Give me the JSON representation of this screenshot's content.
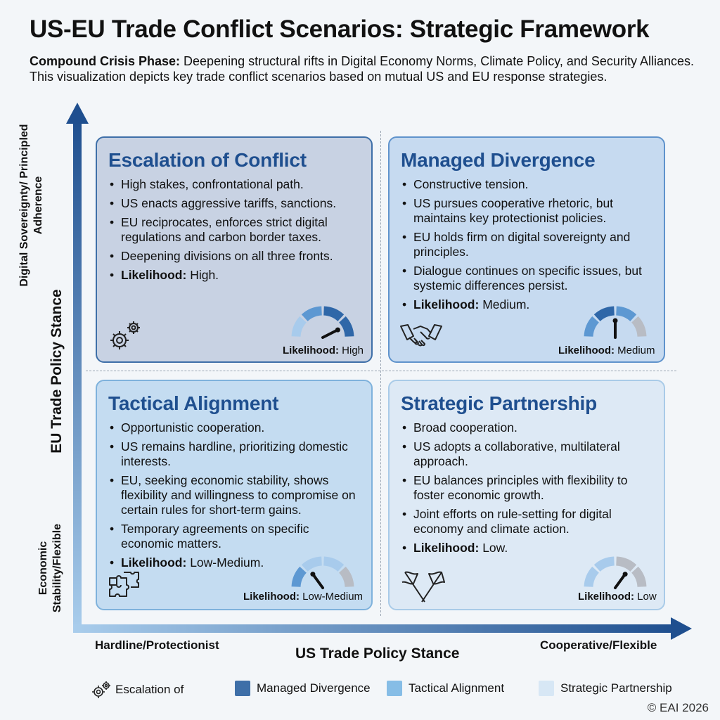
{
  "header": {
    "title": "US-EU Trade Conflict Scenarios: Strategic Framework",
    "subtitle_lead": "Compound Crisis Phase:",
    "subtitle_text": " Deepening structural rifts in Digital Economy Norms, Climate Policy, and Security Alliances. This visualization depicts key trade conflict scenarios based on mutual US and EU response strategies."
  },
  "axes": {
    "y_top": "Digital Sovereignty/ Principled Adherence",
    "y_mid": "EU Trade Policy Stance",
    "y_bottom": "Economic Stability/Flexible",
    "x_left": "Hardline/Protectionist",
    "x_mid": "US Trade Policy Stance",
    "x_right": "Cooperative/Flexible"
  },
  "quadrants": [
    {
      "title": "Escalation of Conflict",
      "bullets": [
        "High stakes, confrontational path.",
        "US enacts aggressive tariffs, sanctions.",
        "EU reciprocates, enforces strict digital regulations and carbon border taxes.",
        "Deepening divisions on all three fronts."
      ],
      "likelihood_label": "Likelihood:",
      "likelihood_value": " High.",
      "gauge_caption_label": "Likelihood:",
      "gauge_caption_value": " High",
      "gauge_level": 0.85,
      "icon": "gears-icon"
    },
    {
      "title": "Managed Divergence",
      "bullets": [
        "Constructive tension.",
        "US pursues cooperative rhetoric, but maintains key protectionist policies.",
        "EU holds firm on digital sovereignty and principles.",
        "Dialogue continues on specific issues, but systemic differences persist."
      ],
      "likelihood_label": "Likelihood:",
      "likelihood_value": " Medium.",
      "gauge_caption_label": "Likelihood:",
      "gauge_caption_value": " Medium",
      "gauge_level": 0.5,
      "icon": "handshake-icon"
    },
    {
      "title": "Tactical Alignment",
      "bullets": [
        "Opportunistic cooperation.",
        "US remains hardline, prioritizing domestic interests.",
        "EU, seeking economic stability, shows flexibility and willingness to compromise on certain rules for short-term gains.",
        "Temporary agreements on specific economic matters."
      ],
      "likelihood_label": "Likelihood:",
      "likelihood_value": " Low-Medium.",
      "gauge_caption_label": "Likelihood:",
      "gauge_caption_value": " Low-Medium",
      "gauge_level": 0.3,
      "icon": "puzzle-icon"
    },
    {
      "title": "Strategic Partnership",
      "bullets": [
        "Broad cooperation.",
        "US adopts a collaborative, multilateral approach.",
        "EU balances principles with flexibility to foster economic growth.",
        "Joint efforts on rule-setting for digital economy and climate action."
      ],
      "likelihood_label": "Likelihood:",
      "likelihood_value": " Low.",
      "gauge_caption_label": "Likelihood:",
      "gauge_caption_value": " Low",
      "gauge_level": 0.7,
      "icon": "crossed-flags-icon"
    }
  ],
  "legend": [
    {
      "label": "Escalation of",
      "icon": "gears-icon"
    },
    {
      "label": "Managed Divergence",
      "color": "#3e6fa8"
    },
    {
      "label": "Tactical Alignment",
      "color": "#86bde6"
    },
    {
      "label": "Strategic Partnership",
      "color": "#d7e7f5"
    }
  ],
  "footer": {
    "copyright": "© EAI 2026"
  },
  "colors": {
    "arrow": "#1f4f8f",
    "title_blue": "#1f4f8f",
    "gauge_dark": "#2f67a8",
    "gauge_mid": "#5d98d2",
    "gauge_light": "#a8cbec",
    "gauge_grey": "#b8bcc4"
  }
}
